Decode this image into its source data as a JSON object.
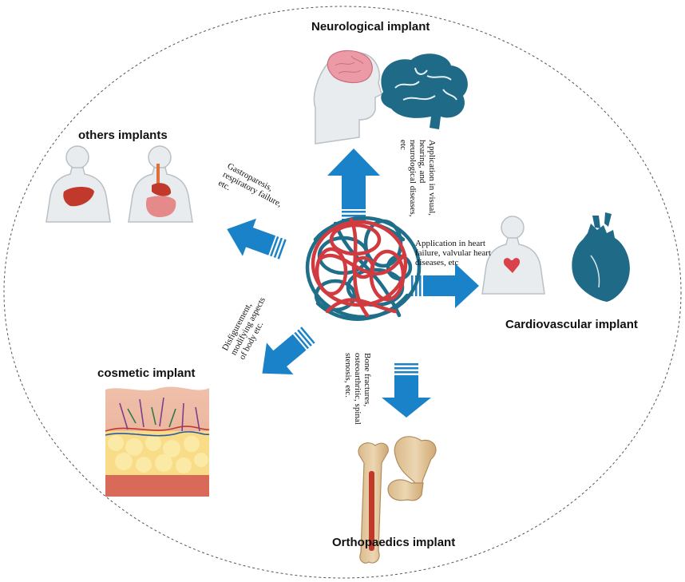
{
  "categories": {
    "neurological": {
      "title": "Neurological implant",
      "description_lines": [
        "Application in visual,",
        "hearing, and",
        "neurological diseases,",
        "etc"
      ],
      "icons": [
        "human-head-brain-icon",
        "brain-icon"
      ]
    },
    "cardiovascular": {
      "title": "Cardiovascular implant",
      "description_lines": [
        "Application in heart",
        "failure, valvular heart",
        "diseases, etc"
      ],
      "icons": [
        "human-torso-heart-icon",
        "heart-icon"
      ]
    },
    "orthopaedics": {
      "title": "Orthopaedics implant",
      "description_lines": [
        "Bone            fractures,",
        "osteoarthritic,      spinal",
        "stenosis, etc."
      ],
      "icons": [
        "femur-bone-icon",
        "femur-bone-cross-section-icon"
      ]
    },
    "cosmetic": {
      "title": "cosmetic implant",
      "description_lines": [
        "Disfigurement,",
        "modifying    aspects",
        "of body etc."
      ],
      "icons": [
        "skin-layers-icon"
      ]
    },
    "others": {
      "title": "others implants",
      "description_lines": [
        "Gastroparesis,",
        "respiratory      failure,",
        "etc."
      ],
      "icons": [
        "human-liver-icon",
        "human-digestive-system-icon"
      ]
    }
  },
  "center": {
    "icon": "tangled-fiber-ball-icon"
  },
  "colors": {
    "arrow": "#1a82c9",
    "fiber_red": "#d13a3f",
    "fiber_blue": "#1f6f8b",
    "organ_teal": "#1f6a86",
    "ellipse": "#555555"
  }
}
